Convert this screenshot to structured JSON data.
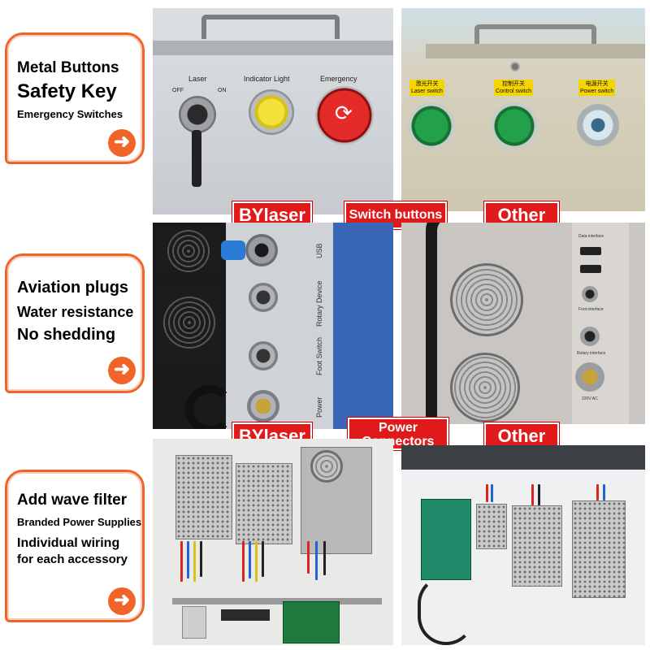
{
  "cards": [
    {
      "name": "metal-buttons-card",
      "lines": [
        "Metal Buttons",
        "Safety Key",
        "Emergency Switches"
      ]
    },
    {
      "name": "aviation-plugs-card",
      "lines": [
        "Aviation plugs",
        "Water resistance",
        "No shedding"
      ]
    },
    {
      "name": "wave-filter-card",
      "lines": [
        "Add wave filter",
        "Branded Power Supplies",
        "Individual wiring",
        "for each accessory"
      ]
    }
  ],
  "tags": {
    "brand_1": "BYlaser",
    "switch_buttons": "Switch buttons",
    "other_1": "Other",
    "brand_2": "BYlaser",
    "power_connectors_line1": "Power",
    "power_connectors_line2": "Connectors",
    "other_2": "Other"
  },
  "panel_labels": {
    "laser": "Laser",
    "off": "OFF",
    "on": "ON",
    "indicator_light": "Indicator Light",
    "emergency": "Emergency",
    "laser_switch_cn": "激光开关",
    "laser_switch": "Laser switch",
    "control_switch_cn": "控制开关",
    "control_switch": "Control switch",
    "power_switch_cn": "电源开关",
    "power_switch": "Power switch",
    "usb": "USB",
    "rotary_device": "Rotary Device",
    "foot_switch": "Foot Switch",
    "power": "Power",
    "data_interface": "Data interface",
    "foot_interface": "Foot interface",
    "rotary_interface": "Rotary interface",
    "ac_220v": "220V AC"
  },
  "colors": {
    "accent_orange": "#f0642a",
    "tag_red": "#e01a1a",
    "emergency_red": "#d81c1c",
    "indicator_yellow": "#e8d21a",
    "switch_green": "#1a8a3c"
  }
}
